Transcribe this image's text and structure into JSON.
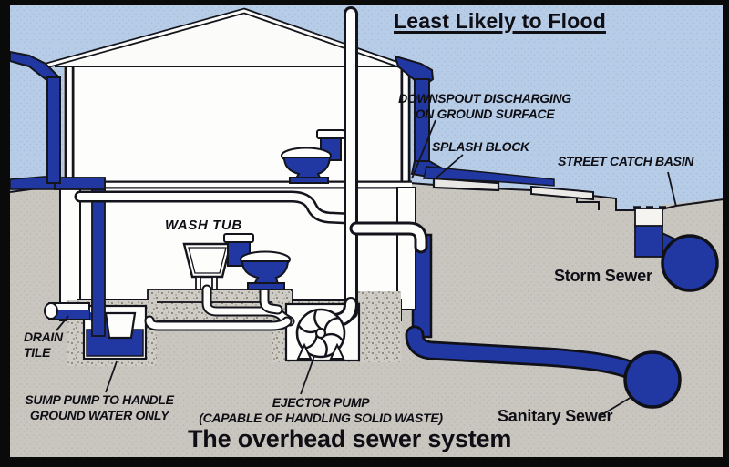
{
  "titles": {
    "top": "Least Likely to Flood",
    "bottom": "The overhead sewer system"
  },
  "labels": {
    "downspout": "DOWNSPOUT DISCHARGING\nON GROUND SURFACE",
    "splash_block": "SPLASH BLOCK",
    "street_catch_basin": "STREET CATCH BASIN",
    "wash_tub": "WASH TUB",
    "storm_sewer": "Storm Sewer",
    "drain_tile": "DRAIN\nTILE",
    "sump_pump": "SUMP PUMP TO HANDLE\nGROUND WATER ONLY",
    "ejector_pump": "EJECTOR PUMP\n(CAPABLE OF HANDLING SOLID WASTE)",
    "sanitary_sewer": "Sanitary Sewer"
  },
  "colors": {
    "sky": "#b7cce6",
    "ground": "#c9c6c0",
    "water_blue": "#2137a2",
    "outline": "#14141c",
    "text": "#0e0e14",
    "frame": "#0a0a0a"
  }
}
